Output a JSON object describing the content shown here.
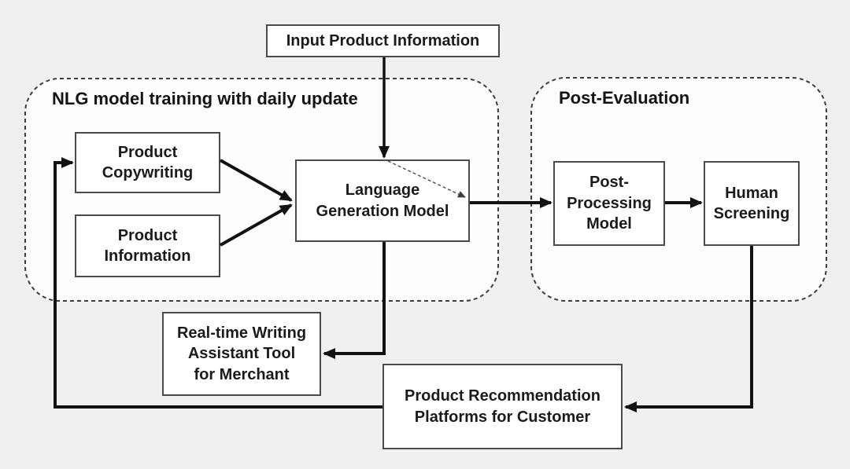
{
  "colors": {
    "background": "#f0f0f0",
    "container_fill": "#fdfdfd",
    "container_border": "#3c3c3c",
    "box_fill": "#ffffff",
    "box_border": "#4a4a4a",
    "arrow": "#121212",
    "text": "#1b1b1b"
  },
  "containers": {
    "training": {
      "title": "NLG model training with daily update"
    },
    "post_evaluation": {
      "title": "Post-Evaluation"
    }
  },
  "nodes": {
    "input_product_information": {
      "label": "Input Product Information"
    },
    "product_copywriting": {
      "label": "Product\nCopywriting"
    },
    "product_information": {
      "label": "Product\nInformation"
    },
    "language_generation_model": {
      "label": "Language\nGeneration Model"
    },
    "post_processing_model": {
      "label": "Post-\nProcessing\nModel"
    },
    "human_screening": {
      "label": "Human\nScreening"
    },
    "realtime_writing_assistant": {
      "label": "Real-time Writing\nAssistant Tool\nfor Merchant"
    },
    "product_recommendation_platforms": {
      "label": "Product Recommendation\nPlatforms for Customer"
    }
  },
  "edges": [
    {
      "from": "input_product_information",
      "to": "language_generation_model",
      "style": "solid"
    },
    {
      "from": "product_copywriting",
      "to": "language_generation_model",
      "style": "solid"
    },
    {
      "from": "product_information",
      "to": "language_generation_model",
      "style": "solid"
    },
    {
      "from": "language_generation_model",
      "to": "post_processing_model",
      "style": "solid"
    },
    {
      "from": "language_generation_model",
      "to": "post_processing_model",
      "style": "dashed-thin"
    },
    {
      "from": "post_processing_model",
      "to": "human_screening",
      "style": "solid"
    },
    {
      "from": "language_generation_model",
      "to": "realtime_writing_assistant",
      "style": "solid"
    },
    {
      "from": "human_screening",
      "to": "product_recommendation_platforms",
      "style": "solid"
    },
    {
      "from": "product_recommendation_platforms",
      "to": "product_copywriting",
      "style": "solid"
    }
  ]
}
